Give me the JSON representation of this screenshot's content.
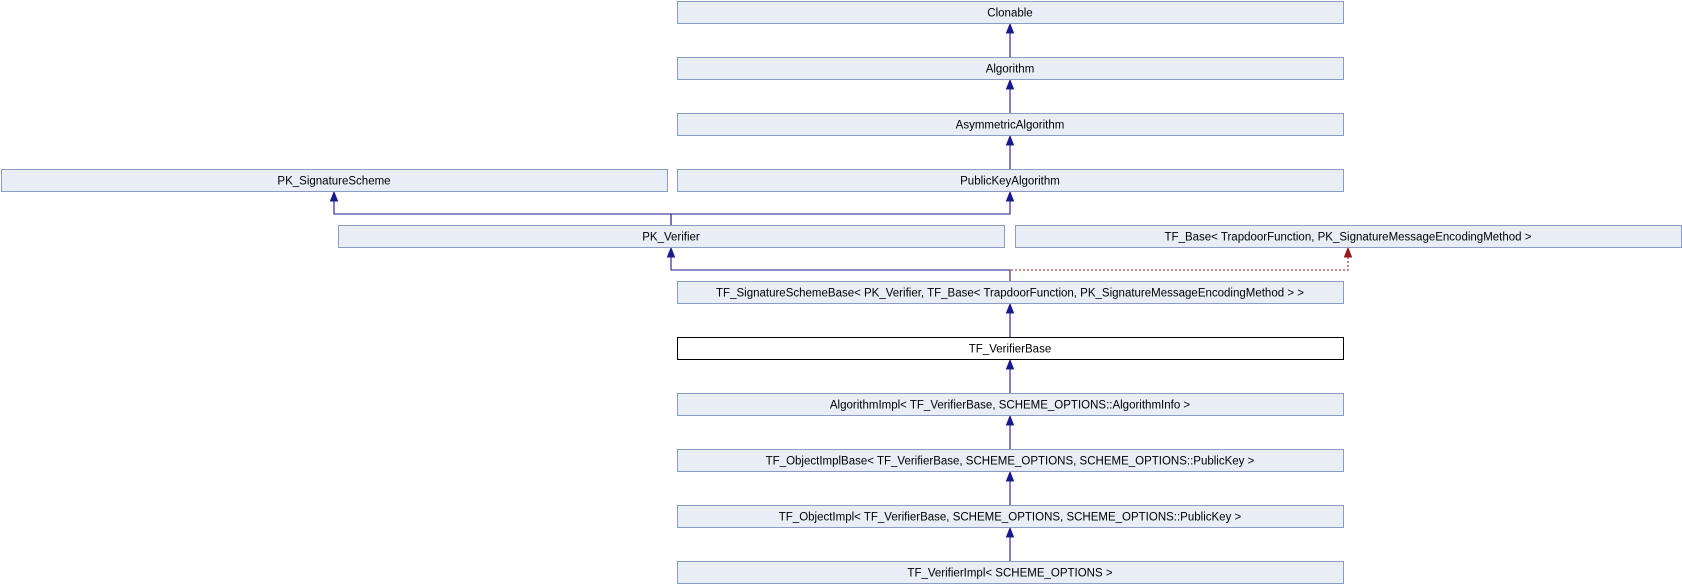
{
  "diagram": {
    "nodes": [
      {
        "id": "clonable",
        "label": "Clonable",
        "current": false
      },
      {
        "id": "algorithm",
        "label": "Algorithm",
        "current": false
      },
      {
        "id": "asymmetric-algorithm",
        "label": "AsymmetricAlgorithm",
        "current": false
      },
      {
        "id": "pk-signature-scheme",
        "label": "PK_SignatureScheme",
        "current": false
      },
      {
        "id": "public-key-algorithm",
        "label": "PublicKeyAlgorithm",
        "current": false
      },
      {
        "id": "pk-verifier",
        "label": "PK_Verifier",
        "current": false
      },
      {
        "id": "tf-base",
        "label": "TF_Base< TrapdoorFunction, PK_SignatureMessageEncodingMethod >",
        "current": false
      },
      {
        "id": "tf-signature-scheme-base",
        "label": "TF_SignatureSchemeBase< PK_Verifier, TF_Base< TrapdoorFunction, PK_SignatureMessageEncodingMethod > >",
        "current": false
      },
      {
        "id": "tf-verifier-base",
        "label": "TF_VerifierBase",
        "current": true
      },
      {
        "id": "algorithm-impl",
        "label": "AlgorithmImpl< TF_VerifierBase, SCHEME_OPTIONS::AlgorithmInfo >",
        "current": false
      },
      {
        "id": "tf-object-impl-base",
        "label": "TF_ObjectImplBase< TF_VerifierBase, SCHEME_OPTIONS, SCHEME_OPTIONS::PublicKey >",
        "current": false
      },
      {
        "id": "tf-object-impl",
        "label": "TF_ObjectImpl< TF_VerifierBase, SCHEME_OPTIONS, SCHEME_OPTIONS::PublicKey >",
        "current": false
      },
      {
        "id": "tf-verifier-impl",
        "label": "TF_VerifierImpl< SCHEME_OPTIONS >",
        "current": false
      }
    ],
    "edges": [
      {
        "from": "algorithm",
        "to": "clonable",
        "style": "solid"
      },
      {
        "from": "asymmetric-algorithm",
        "to": "algorithm",
        "style": "solid"
      },
      {
        "from": "public-key-algorithm",
        "to": "asymmetric-algorithm",
        "style": "solid"
      },
      {
        "from": "pk-verifier",
        "to": "pk-signature-scheme",
        "style": "solid"
      },
      {
        "from": "pk-verifier",
        "to": "public-key-algorithm",
        "style": "solid"
      },
      {
        "from": "tf-signature-scheme-base",
        "to": "pk-verifier",
        "style": "solid"
      },
      {
        "from": "tf-signature-scheme-base",
        "to": "tf-base",
        "style": "dotted"
      },
      {
        "from": "tf-verifier-base",
        "to": "tf-signature-scheme-base",
        "style": "solid"
      },
      {
        "from": "algorithm-impl",
        "to": "tf-verifier-base",
        "style": "solid"
      },
      {
        "from": "tf-object-impl-base",
        "to": "algorithm-impl",
        "style": "solid"
      },
      {
        "from": "tf-object-impl",
        "to": "tf-object-impl-base",
        "style": "solid"
      },
      {
        "from": "tf-verifier-impl",
        "to": "tf-object-impl",
        "style": "solid"
      }
    ]
  }
}
